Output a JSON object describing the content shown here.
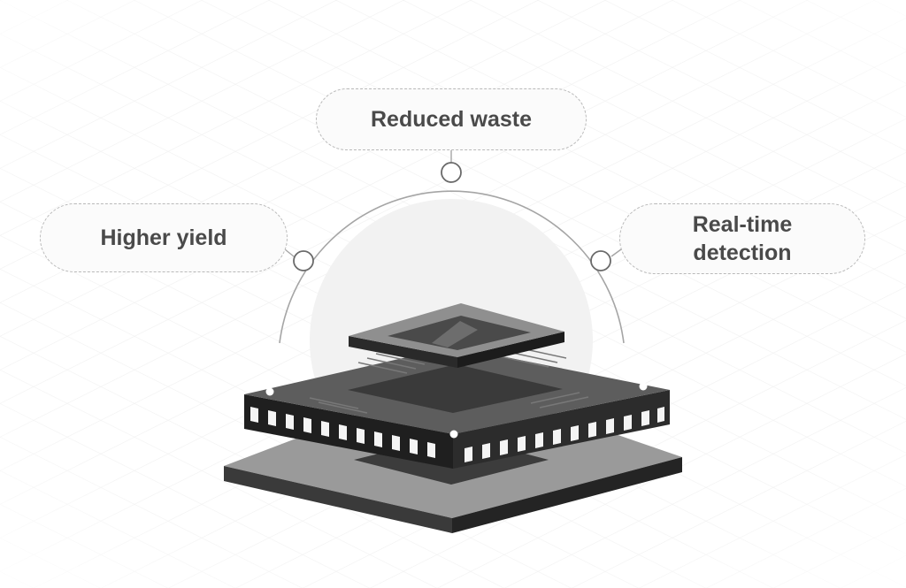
{
  "benefits": {
    "reduced_waste": "Reduced waste",
    "higher_yield": "Higher yield",
    "realtime_detection_line1": "Real-time",
    "realtime_detection_line2": "detection"
  },
  "colors": {
    "background": "#ffffff",
    "grid": "#ececec",
    "arc": "#a5a5a5",
    "halo": "#f2f2f2",
    "board_top": "#5a5a5a",
    "board_front": "#2a2a2a",
    "package_top": "#5f5f5f",
    "die": "#3a3a3a",
    "pins": "#f4f4f4",
    "label_text": "#4a4a4a"
  },
  "icons": {
    "chip": "microchip-package-icon",
    "node": "circle-node-icon"
  }
}
